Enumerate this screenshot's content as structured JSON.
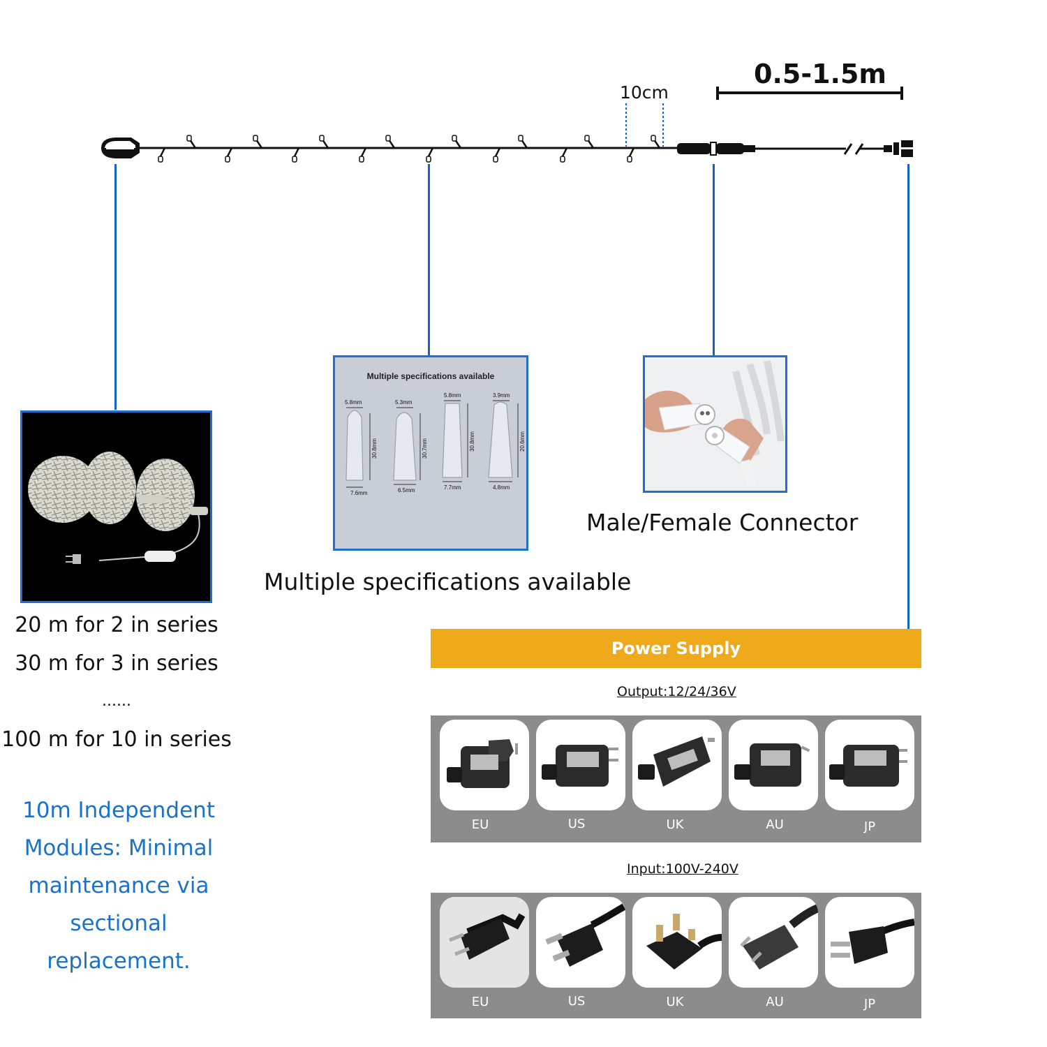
{
  "diagram": {
    "bulb_spacing_label": "10cm",
    "lead_length_label": "0.5-1.5m",
    "line_color": "#1565c0"
  },
  "series_panel": {
    "lines": [
      "20 m for 2 in series",
      "30 m for 3 in series",
      "......",
      "100 m for 10 in series"
    ],
    "note_lines": [
      "10m Independent",
      "Modules: Minimal",
      "maintenance via",
      "sectional",
      "replacement."
    ]
  },
  "spec_panel": {
    "image_title": "Multiple specifications available",
    "caption": "Multiple specifications available",
    "bulbs": [
      {
        "top": "5.8mm",
        "height": "30.8mm",
        "bottom": "7.6mm"
      },
      {
        "top": "5.3mm",
        "height": "30.7mm",
        "bottom": "6.5mm"
      },
      {
        "top": "5.8mm",
        "height": "30.8mm",
        "bottom": "7.7mm"
      },
      {
        "top": "3.9mm",
        "height": "20.6mm",
        "bottom": "4.8mm"
      }
    ]
  },
  "connector_panel": {
    "caption": "Male/Female Connector"
  },
  "power_supply": {
    "title": "Power Supply",
    "bar_color": "#eeaa1b",
    "output_label": "Output:12/24/36V",
    "input_label": "Input:100V-240V",
    "adapters": [
      "EU",
      "US",
      "UK",
      "AU",
      "JP"
    ],
    "plugs": [
      "EU",
      "US",
      "UK",
      "AU",
      "JP"
    ]
  }
}
